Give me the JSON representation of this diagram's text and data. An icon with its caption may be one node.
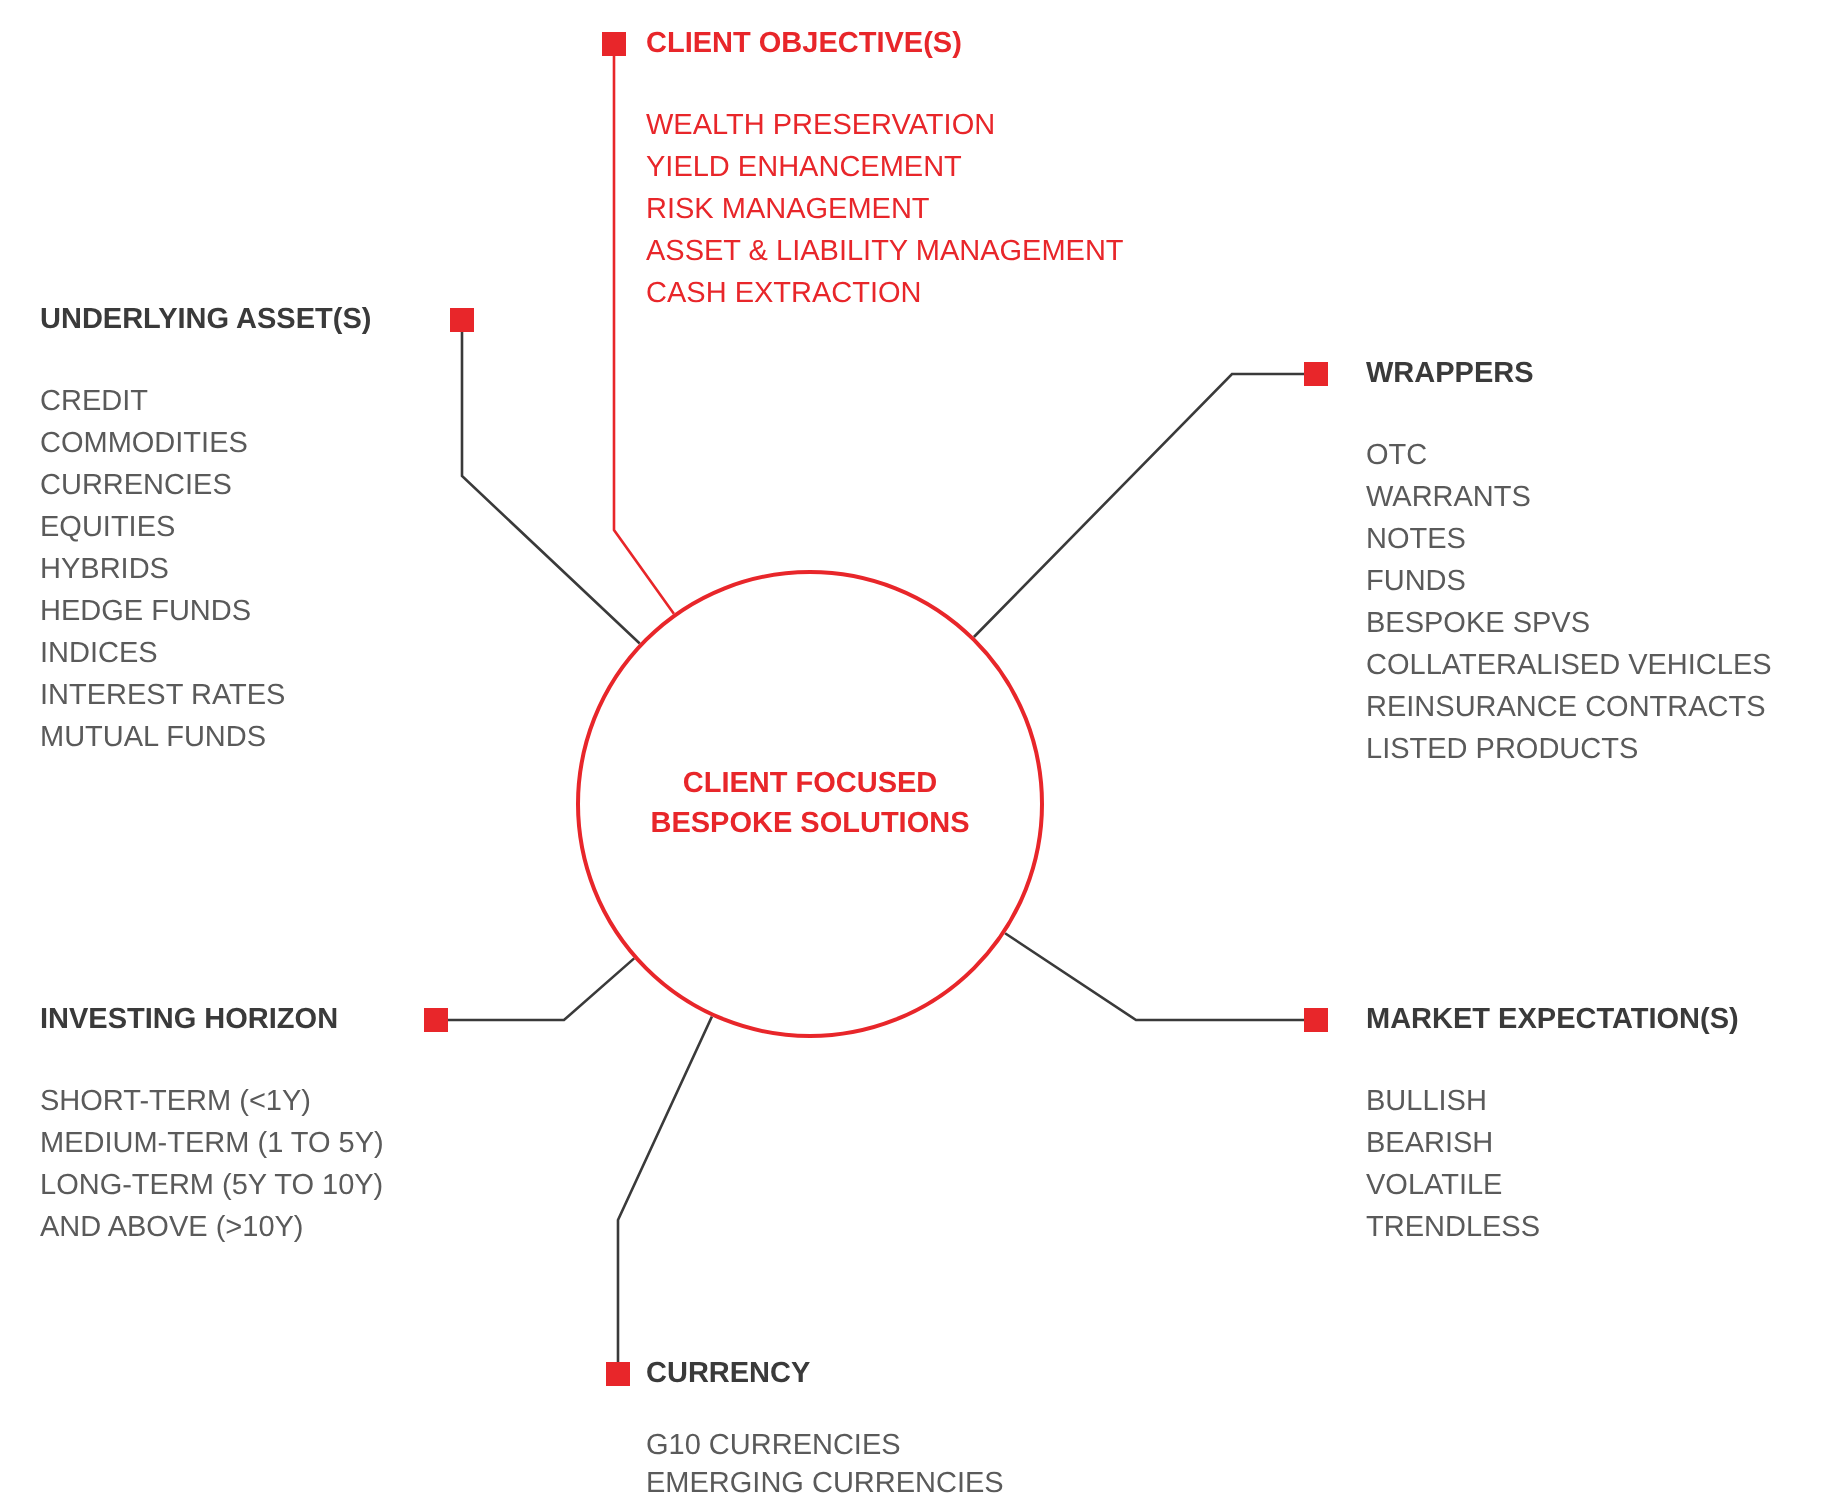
{
  "diagram": {
    "nodes": [
      {
        "text": [
          "CLIENT OBJECTIVE(S)"
        ],
        "beside": [
          "WEALTH PRESERVATION",
          "YIELD ENHANCEMENT",
          "RISK MANAGEMENT",
          "ASSET & LIABILITY MANAGEMENT",
          "CASH EXTRACTION"
        ]
      },
      {
        "text": [
          "UNDERLYING ASSET(S)"
        ],
        "beside": [
          "CREDIT",
          "COMMODITIES",
          "CURRENCIES",
          "EQUITIES",
          "HYBRIDS",
          "HEDGE FUNDS",
          "INDICES",
          "INTEREST RATES",
          "MUTUAL FUNDS"
        ]
      },
      {
        "text": [
          "WRAPPERS"
        ],
        "beside": [
          "OTC",
          "WARRANTS",
          "NOTES",
          "FUNDS",
          "BESPOKE SPVS",
          "COLLATERALISED VEHICLES",
          "REINSURANCE CONTRACTS",
          "LISTED PRODUCTS"
        ]
      },
      {
        "text": [
          "CLIENT FOCUSED BESPOKE SOLUTIONS"
        ]
      },
      {
        "text": [
          "INVESTING HORIZON"
        ],
        "beside": [
          "SHORT-TERM (<1Y)",
          "MEDIUM-TERM (1 TO 5Y)",
          "LONG-TERM (5Y TO 10Y)",
          "AND ABOVE (>10Y)"
        ]
      },
      {
        "text": [
          "MARKET EXPECTATION(S)"
        ],
        "beside": [
          "BULLISH",
          "BEARISH",
          "VOLATILE",
          "TRENDLESS"
        ]
      },
      {
        "text": [
          "CURRENCY"
        ],
        "beside": [
          "G10 CURRENCIES",
          "EMERGING CURRENCIES"
        ]
      }
    ],
    "edges": [
      {
        "from": 3,
        "to": 0,
        "arrow": "none",
        "color": "#e8262a"
      },
      {
        "from": 3,
        "to": 1,
        "arrow": "none"
      },
      {
        "from": 3,
        "to": 2,
        "arrow": "none"
      },
      {
        "from": 3,
        "to": 4,
        "arrow": "none"
      },
      {
        "from": 3,
        "to": 5,
        "arrow": "none"
      },
      {
        "from": 3,
        "to": 6,
        "arrow": "none"
      }
    ]
  }
}
